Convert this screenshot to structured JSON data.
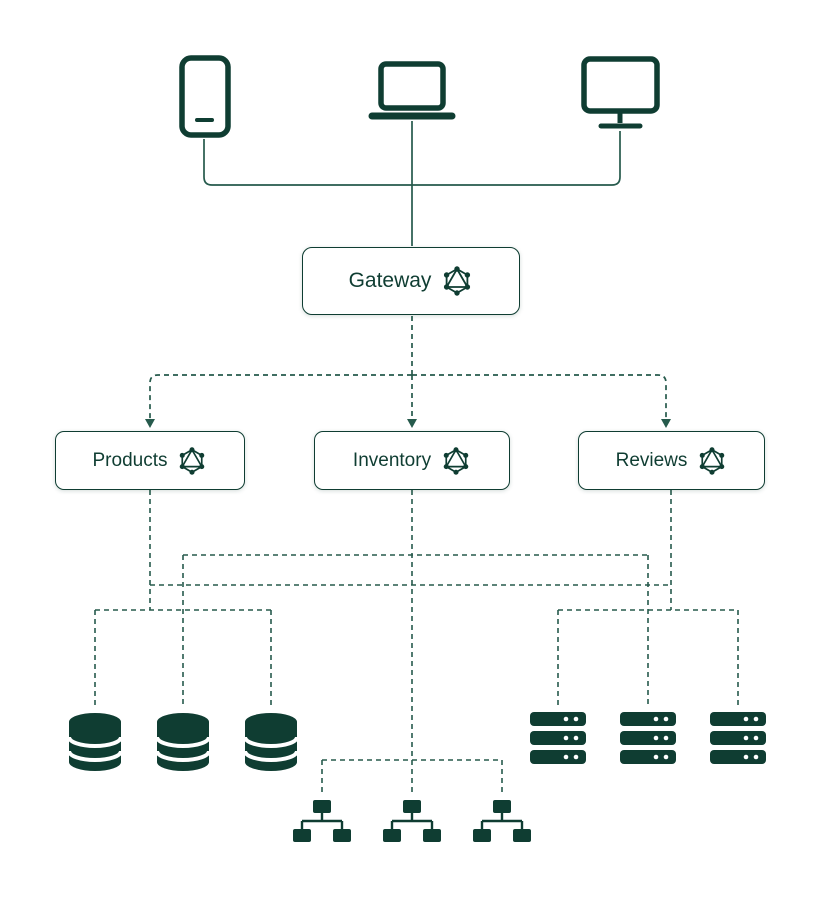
{
  "diagram": {
    "gateway": {
      "label": "Gateway",
      "icon": "graphql-icon"
    },
    "services": [
      {
        "label": "Products",
        "icon": "graphql-icon"
      },
      {
        "label": "Inventory",
        "icon": "graphql-icon"
      },
      {
        "label": "Reviews",
        "icon": "graphql-icon"
      }
    ],
    "clients": [
      {
        "icon": "tablet-icon"
      },
      {
        "icon": "laptop-icon"
      },
      {
        "icon": "desktop-icon"
      }
    ],
    "data_sources": [
      {
        "icon": "database-icon",
        "count": 3
      },
      {
        "icon": "server-icon",
        "count": 3
      },
      {
        "icon": "network-icon",
        "count": 3
      }
    ],
    "colors": {
      "primary": "#0f3d32",
      "line": "#265a4c",
      "background": "#ffffff"
    }
  }
}
